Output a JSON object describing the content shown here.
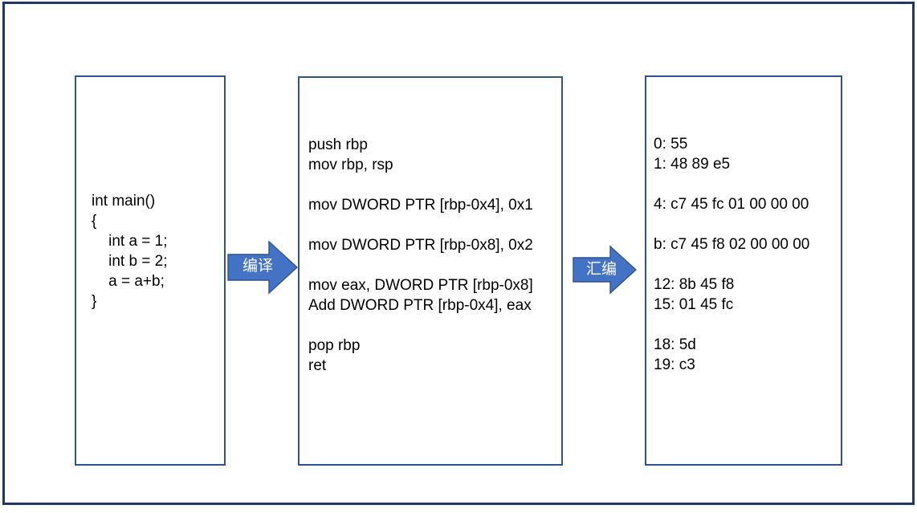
{
  "slide": {
    "frame_color": "#1F3864",
    "box_border_color": "#2E5395",
    "arrow_fill_color": "#4472C4",
    "arrow_stroke_color": "#2F528F",
    "background": "#ffffff"
  },
  "boxes": {
    "source": {
      "title": "c-source-code",
      "code": "int main()\n{\n    int a = 1;\n    int b = 2;\n    a = a+b;\n}"
    },
    "assembly": {
      "title": "assembly-code",
      "code": "push rbp\nmov rbp, rsp\n\nmov DWORD PTR [rbp-0x4], 0x1\n\nmov DWORD PTR [rbp-0x8], 0x2\n\nmov eax, DWORD PTR [rbp-0x8]\nAdd DWORD PTR [rbp-0x4], eax\n\npop rbp\nret"
    },
    "machine": {
      "title": "machine-code",
      "code": "0: 55\n1: 48 89 e5\n\n4: c7 45 fc 01 00 00 00\n\nb: c7 45 f8 02 00 00 00\n\n12: 8b 45 f8\n15: 01 45 fc\n\n18: 5d\n19: c3"
    }
  },
  "arrows": {
    "compile": {
      "label": "编译"
    },
    "assemble": {
      "label": "汇编"
    }
  }
}
